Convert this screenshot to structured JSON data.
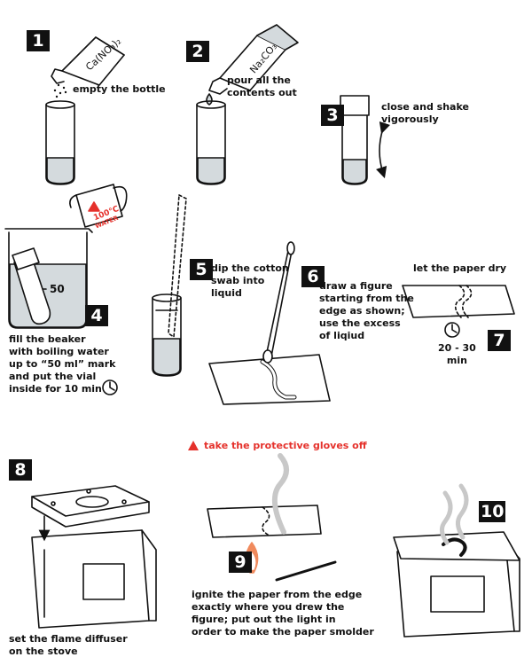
{
  "steps": [
    {
      "num": "1",
      "text": "empty the bottle"
    },
    {
      "num": "2",
      "text": "pour all the\ncontents out"
    },
    {
      "num": "3",
      "text": "close and shake\nvigorously"
    },
    {
      "num": "4",
      "text": "fill the beaker\nwith boiling water\nup to “50 ml” mark\nand put the vial\ninside for 10 min"
    },
    {
      "num": "5",
      "text": "dip the cotton\nswab into\nliquid"
    },
    {
      "num": "6",
      "text": "draw a figure\nstarting from the\nedge as shown;\nuse the excess\nof liqiud"
    },
    {
      "num": "7",
      "text": "let the paper dry",
      "time": "20 - 30\nmin"
    },
    {
      "num": "8",
      "text": "set the flame diffuser\non the stove"
    },
    {
      "num": "9",
      "text": "ignite the paper from the edge\nexactly where you drew the\nfigure; put out the light in\norder to make the paper smolder"
    },
    {
      "num": "10"
    }
  ],
  "labels": {
    "bottle1": "Ca(NO₃)₂",
    "bottle2": "Na₂CO₃",
    "beaker_mark": "50",
    "kettle_temp": "100°C",
    "kettle_water": "WATER"
  },
  "warning": "take the protective gloves off",
  "colors": {
    "ink": "#111111",
    "liquid": "#d4dadd",
    "flame": "#f08a5d",
    "warning": "#e5312b",
    "smoke": "#c8c8c8"
  }
}
